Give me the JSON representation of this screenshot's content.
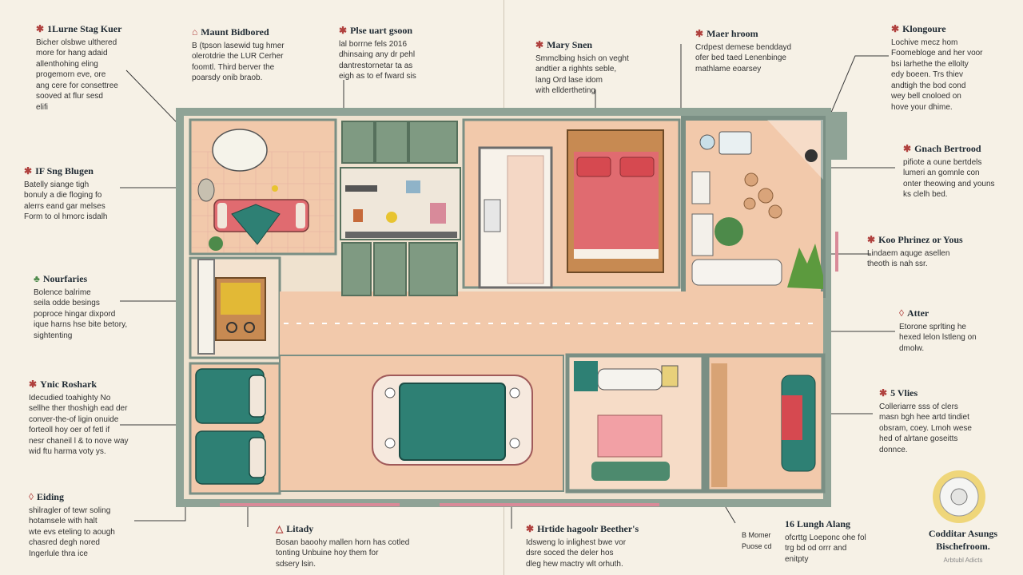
{
  "colors": {
    "wall": "#8fa396",
    "floor": "#f2c9ab",
    "rug_pink": "#e06b70",
    "teal": "#2e8074",
    "cabinet": "#7f9a82",
    "background": "#f6f1e6",
    "accent_red": "#b0413e"
  },
  "annotations": [
    {
      "id": "top1",
      "icon": "star-icon",
      "title": "1Lurne Stag Kuer",
      "lines": [
        "Bicher olsbwe ulthered",
        "more for hang adaid",
        "allenthohing eling",
        "progemorn eve, ore",
        "ang cere for consettree",
        "sooved at flur sesd",
        "elifi"
      ]
    },
    {
      "id": "top2",
      "icon": "home-icon",
      "title": "Maunt Bidbored",
      "lines": [
        "B (tpson lasewid tug hmer",
        "olerotdrie the LUR Cerher",
        "foomtl. Third berver the",
        "poarsdy onib braob."
      ]
    },
    {
      "id": "top3",
      "icon": "star-icon",
      "title": "Plse uart gsoon",
      "lines": [
        "lal borrne fels 2016",
        "dhinsaing any dr pehl",
        "dantrestornetar ta as",
        "eigh as to ef fward sis"
      ]
    },
    {
      "id": "top4",
      "icon": "star-icon",
      "title": "Mary Snen",
      "lines": [
        "Smmclbing hsich on veght",
        "andtier a righhts seble,",
        "lang Ord lase idom",
        "with elldertheting"
      ]
    },
    {
      "id": "top5",
      "icon": "star-icon",
      "title": "Maer hroom",
      "lines": [
        "Crdpest demese benddayd",
        "ofer bed taed Lenenbinge",
        "mathlame eoarsey"
      ]
    },
    {
      "id": "top6",
      "icon": "star-icon",
      "title": "Klongoure",
      "lines": [
        "Lochive mecz hom",
        "Foomebloge and her voor",
        "bsi larhethe the ellolty",
        "edy boeen. Trs thiev",
        "andtigh the bod cond",
        "wey bell cnoloed on",
        "hove your dhime."
      ]
    },
    {
      "id": "left1",
      "icon": "star-icon",
      "title": "IF Sng Blugen",
      "lines": [
        "Batelly siange tigh",
        "bonuly a die floging fo",
        "alerrs eand gar melses",
        "Form to ol hmorc isdalh"
      ]
    },
    {
      "id": "left2",
      "icon": "leaf-icon",
      "title": "Nourfaries",
      "lines": [
        "Bolence balrime",
        "seila odde besings",
        "poproce hingar dixpord",
        "ique harns hse bite betory,",
        "sightenting"
      ]
    },
    {
      "id": "left3",
      "icon": "star-icon",
      "title": "Ynic Roshark",
      "lines": [
        "Idecudied toahighty No",
        "sellhe ther thoshigh ead der",
        "conver-the-of ligin onuide",
        "forteoll hoy oer of fetl if",
        "nesr chaneil l & to nove way",
        "wid ftu harma voty ys."
      ]
    },
    {
      "id": "left4",
      "icon": "pin-icon",
      "title": "Eiding",
      "lines": [
        "shilragler of tewr soling",
        "hotamsele with halt",
        "wte evs eteling to aough",
        "chasred degh nored",
        "Ingerlule thra ice"
      ]
    },
    {
      "id": "right1",
      "icon": "star-icon",
      "title": "Gnach Bertrood",
      "lines": [
        "pifiote a oune bertdels",
        "lumeri an gomnle con",
        "onter theowing and youns",
        "ks clelh bed."
      ]
    },
    {
      "id": "right2",
      "icon": "star-icon",
      "title": "Koo Phrinez or Yous",
      "lines": [
        "Lindaem aquge asellen",
        "theoth is nah ssr."
      ]
    },
    {
      "id": "right3",
      "icon": "pin-icon",
      "title": "Atter",
      "lines": [
        "Etorone sprlting he",
        "hexed lelon lstleng on",
        "dmolw."
      ]
    },
    {
      "id": "right4",
      "icon": "star-icon",
      "title": "5 Vlies",
      "lines": [
        "Colleriarre sss of clers",
        "masn bgh hee artd tindiet",
        "obsram, coey. Lmoh wese",
        "hed of alrtane goseitts",
        "donnce."
      ]
    },
    {
      "id": "bottom1",
      "icon": "triangle-icon",
      "title": "Litady",
      "lines": [
        "Bosan baoohy mallen horn has cotled",
        "tonting Unbuine hoy them for",
        "sdsery lsin."
      ]
    },
    {
      "id": "bottom2",
      "icon": "star-icon",
      "title": "Hrtide hagoolr Beether's",
      "lines": [
        "Idsweng lo inlighest bwe vor",
        "dsre soced the deler hos",
        "dleg hew mactry wlt orhuth."
      ]
    },
    {
      "id": "bottom3",
      "icon": "none",
      "title": "B Momer",
      "lines": [
        "Puose cd"
      ]
    },
    {
      "id": "bottom4",
      "icon": "none",
      "title": "16 Lungh Alang",
      "lines": [
        "ofcrttg Loeponc ohe fol",
        "trg bd od orrr and",
        "enitpty"
      ]
    }
  ],
  "credit": {
    "line1": "Codditar Asungs",
    "line2": "Bischefroom.",
    "small": "Arbtubl Adicts"
  }
}
